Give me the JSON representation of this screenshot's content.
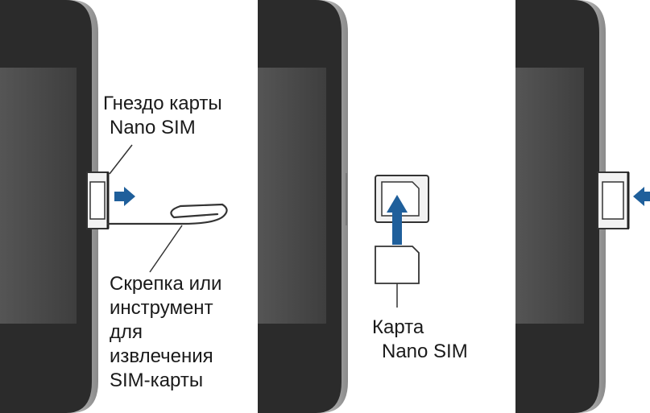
{
  "labels": {
    "slot_line1": "Гнездо карты",
    "slot_line2": "Nano SIM",
    "tool_line1": "Скрепка или",
    "tool_line2": "инструмент",
    "tool_line3": "для",
    "tool_line4": "извлечения",
    "tool_line5": "SIM-карты",
    "card_line1": "Карта",
    "card_line2": "Nano SIM"
  },
  "colors": {
    "arrow": "#1f5f9b",
    "phone_body": "#2b2b2b",
    "screen": "#4a4a4a",
    "frame": "#c9c9c9"
  },
  "steps": [
    {
      "arrow_direction": "right"
    },
    {
      "arrow_direction": "up"
    },
    {
      "arrow_direction": "left"
    }
  ]
}
